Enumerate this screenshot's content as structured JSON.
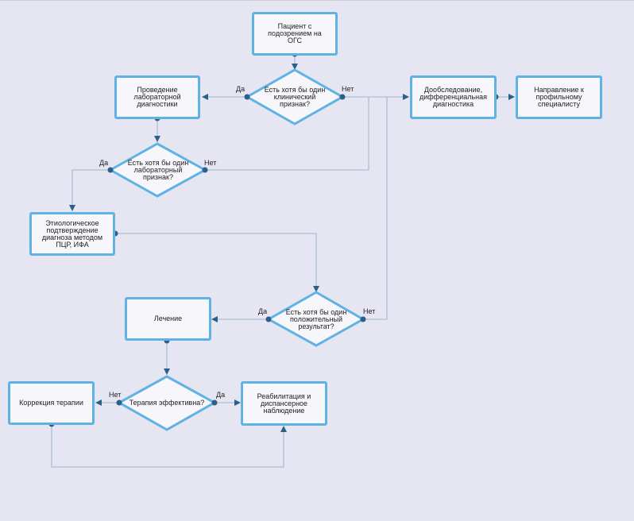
{
  "nodes": {
    "patient": "Пациент с подозрением на ОГС",
    "clinical_q": "Есть хотя бы один клинический признак?",
    "lab_diag": "Проведение лабораторной диагностики",
    "extra_exam": "Дообследование, дифференциальная диагностика",
    "referral": "Направление к профильному специалисту",
    "lab_q": "Есть хотя бы один лабораторный признак?",
    "etiology": "Этиологическое подтверждение диагноза методом ПЦР, ИФА",
    "positive_q": "Есть хотя бы один положительный результат?",
    "treatment": "Лечение",
    "effective_q": "Терапия эффективна?",
    "correction": "Коррекция терапии",
    "rehab": "Реабилитация и диспансерное наблюдение"
  },
  "labels": {
    "clinical_yes": "Да",
    "clinical_no": "Нет",
    "lab_yes": "Да",
    "lab_no": "Нет",
    "positive_yes": "Да",
    "positive_no": "Нет",
    "effective_no": "Нет",
    "effective_yes": "Да"
  },
  "colors": {
    "node_border": "#5fb2e3",
    "node_fill": "#f7f7fb",
    "connector": "#a9bfd2",
    "arrow": "#2d5f8a",
    "background": "#e6e6f2"
  }
}
